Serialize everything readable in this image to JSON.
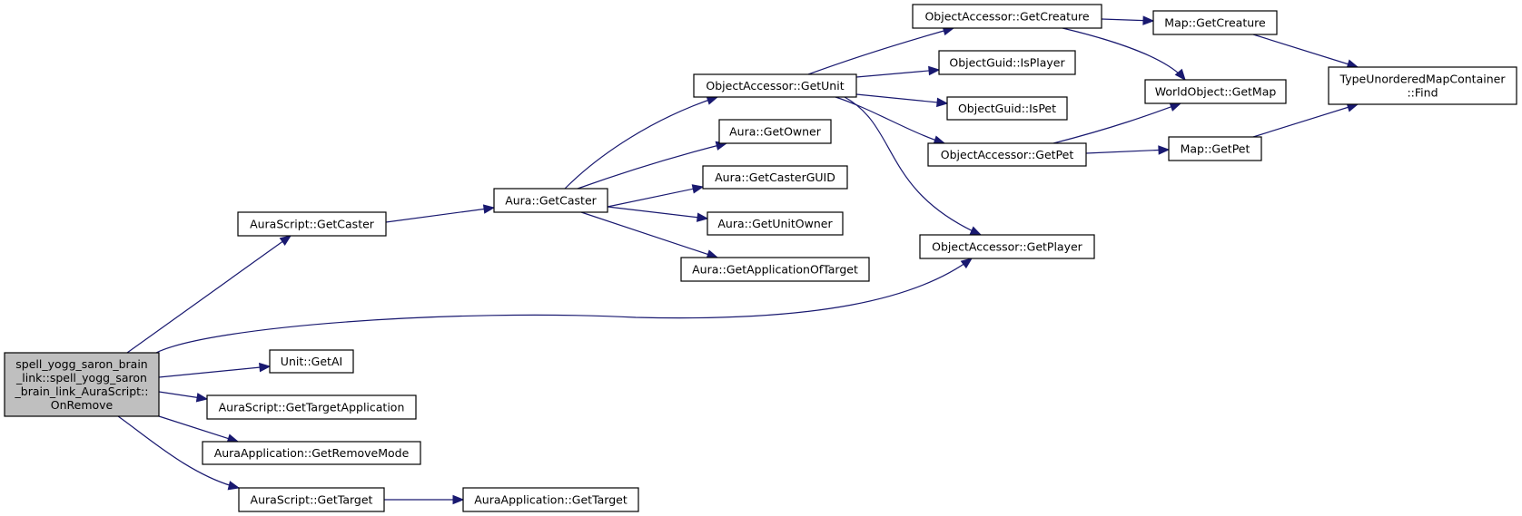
{
  "diagram": {
    "type": "call-graph",
    "edge_color": "#191970",
    "root_fill": "#bfbfbf",
    "nodes": [
      {
        "id": "root",
        "label": [
          "spell_yogg_saron_brain",
          "_link::spell_yogg_saron",
          "_brain_link_AuraScript::",
          "OnRemove"
        ],
        "root": true
      },
      {
        "id": "as_getcaster",
        "label": [
          "AuraScript::GetCaster"
        ]
      },
      {
        "id": "aura_getcaster",
        "label": [
          "Aura::GetCaster"
        ]
      },
      {
        "id": "oa_getunit",
        "label": [
          "ObjectAccessor::GetUnit"
        ]
      },
      {
        "id": "oa_getcreature",
        "label": [
          "ObjectAccessor::GetCreature"
        ]
      },
      {
        "id": "map_getcreature",
        "label": [
          "Map::GetCreature"
        ]
      },
      {
        "id": "tumc_find",
        "label": [
          "TypeUnorderedMapContainer",
          "::Find"
        ]
      },
      {
        "id": "og_isplayer",
        "label": [
          "ObjectGuid::IsPlayer"
        ]
      },
      {
        "id": "og_ispet",
        "label": [
          "ObjectGuid::IsPet"
        ]
      },
      {
        "id": "wo_getmap",
        "label": [
          "WorldObject::GetMap"
        ]
      },
      {
        "id": "oa_getpet",
        "label": [
          "ObjectAccessor::GetPet"
        ]
      },
      {
        "id": "map_getpet",
        "label": [
          "Map::GetPet"
        ]
      },
      {
        "id": "aura_getowner",
        "label": [
          "Aura::GetOwner"
        ]
      },
      {
        "id": "aura_getcasterguid",
        "label": [
          "Aura::GetCasterGUID"
        ]
      },
      {
        "id": "aura_getunitowner",
        "label": [
          "Aura::GetUnitOwner"
        ]
      },
      {
        "id": "aura_getappoftarget",
        "label": [
          "Aura::GetApplicationOfTarget"
        ]
      },
      {
        "id": "oa_getplayer",
        "label": [
          "ObjectAccessor::GetPlayer"
        ]
      },
      {
        "id": "unit_getai",
        "label": [
          "Unit::GetAI"
        ]
      },
      {
        "id": "as_gettargetapp",
        "label": [
          "AuraScript::GetTargetApplication"
        ]
      },
      {
        "id": "aa_getremovemode",
        "label": [
          "AuraApplication::GetRemoveMode"
        ]
      },
      {
        "id": "as_gettarget",
        "label": [
          "AuraScript::GetTarget"
        ]
      },
      {
        "id": "aa_gettarget",
        "label": [
          "AuraApplication::GetTarget"
        ]
      }
    ],
    "edges": [
      {
        "from": "root",
        "to": "as_getcaster"
      },
      {
        "from": "root",
        "to": "oa_getplayer"
      },
      {
        "from": "root",
        "to": "unit_getai"
      },
      {
        "from": "root",
        "to": "as_gettargetapp"
      },
      {
        "from": "root",
        "to": "aa_getremovemode"
      },
      {
        "from": "root",
        "to": "as_gettarget"
      },
      {
        "from": "as_getcaster",
        "to": "aura_getcaster"
      },
      {
        "from": "aura_getcaster",
        "to": "oa_getunit"
      },
      {
        "from": "aura_getcaster",
        "to": "aura_getowner"
      },
      {
        "from": "aura_getcaster",
        "to": "aura_getcasterguid"
      },
      {
        "from": "aura_getcaster",
        "to": "aura_getunitowner"
      },
      {
        "from": "aura_getcaster",
        "to": "aura_getappoftarget"
      },
      {
        "from": "oa_getunit",
        "to": "oa_getcreature"
      },
      {
        "from": "oa_getunit",
        "to": "og_isplayer"
      },
      {
        "from": "oa_getunit",
        "to": "og_ispet"
      },
      {
        "from": "oa_getunit",
        "to": "oa_getpet"
      },
      {
        "from": "oa_getunit",
        "to": "oa_getplayer"
      },
      {
        "from": "oa_getcreature",
        "to": "map_getcreature"
      },
      {
        "from": "oa_getcreature",
        "to": "wo_getmap"
      },
      {
        "from": "map_getcreature",
        "to": "tumc_find"
      },
      {
        "from": "oa_getpet",
        "to": "wo_getmap"
      },
      {
        "from": "oa_getpet",
        "to": "map_getpet"
      },
      {
        "from": "map_getpet",
        "to": "tumc_find"
      },
      {
        "from": "as_gettarget",
        "to": "aa_gettarget"
      }
    ]
  }
}
